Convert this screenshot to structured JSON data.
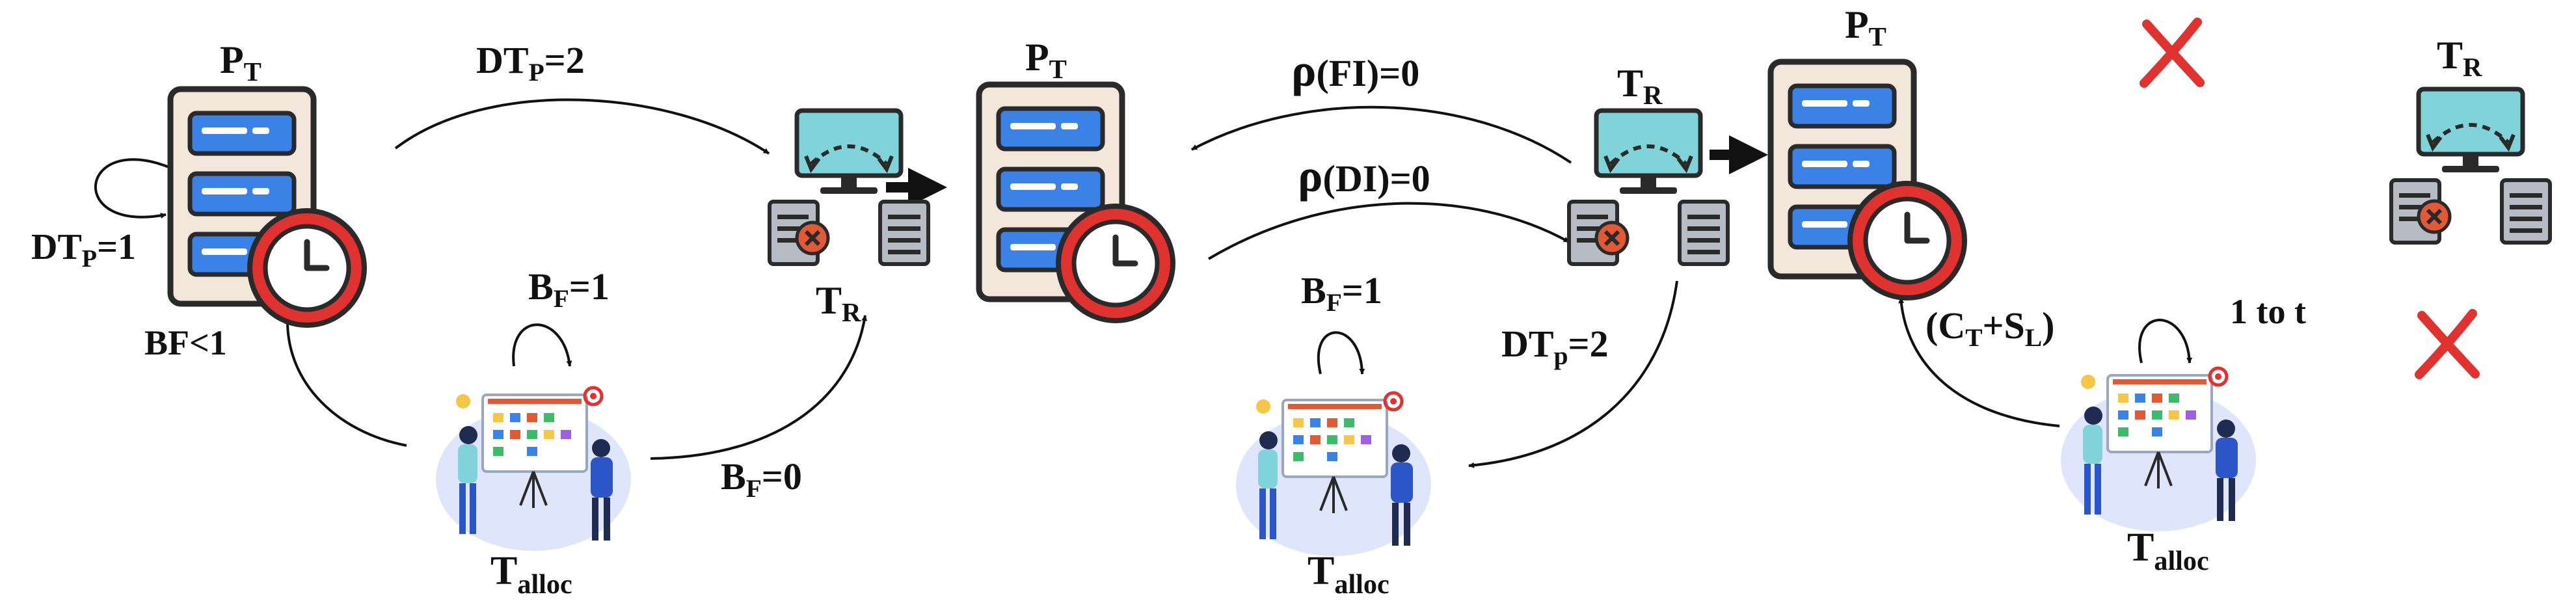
{
  "labels": {
    "pt_1": {
      "base": "P",
      "sub": "T"
    },
    "pt_2": {
      "base": "P",
      "sub": "T"
    },
    "pt_3": {
      "base": "P",
      "sub": "T"
    },
    "tr_1": {
      "base": "T",
      "sub": "R"
    },
    "tr_2": {
      "base": "T",
      "sub": "R"
    },
    "tr_3": {
      "base": "T",
      "sub": "R"
    },
    "talloc_1": {
      "base": "T",
      "sub": "alloc"
    },
    "talloc_2": {
      "base": "T",
      "sub": "alloc"
    },
    "talloc_3": {
      "base": "T",
      "sub": "alloc"
    },
    "dtp_self": {
      "base": "DT",
      "sub": "P",
      "tail": "=1"
    },
    "bf_less": "BF<1",
    "dtp_two_a": {
      "base": "DT",
      "sub": "P",
      "tail": "=2"
    },
    "bf_one_a": {
      "base": "B",
      "sub": "F",
      "tail": "=1"
    },
    "bf_zero": {
      "base": "B",
      "sub": "F",
      "tail": "=0"
    },
    "rho_fi": {
      "base": "ρ",
      "tail": "(FI)=0"
    },
    "rho_di": {
      "base": "ρ",
      "tail": "(DI)=0"
    },
    "bf_one_b": {
      "base": "B",
      "sub": "F",
      "tail": "=1"
    },
    "dtp_two_b": {
      "base": "DT",
      "sub": "p",
      "tail": "=2"
    },
    "ct_sl": {
      "pre": "(C",
      "sub1": "T",
      "mid": "+S",
      "sub2": "L",
      "post": ")"
    },
    "one_to_t": "1 to t"
  },
  "colors": {
    "server_body": "#f3e6da",
    "server_outline": "#2a2a2a",
    "server_slot": "#3b82e6",
    "clock_ring": "#e0322f",
    "monitor_screen": "#7fd3d9",
    "doc_gray": "#b7bcc4",
    "doc_error": "#e25a35",
    "cross_mark": "#e0322f",
    "whiteboard_bg": "#dfe6fb",
    "person_blue": "#2c56c8"
  },
  "icons": {
    "server": "server-clock-icon",
    "transfer": "monitor-transfer-icon",
    "team": "team-whiteboard-icon",
    "cross": "cross-icon"
  }
}
